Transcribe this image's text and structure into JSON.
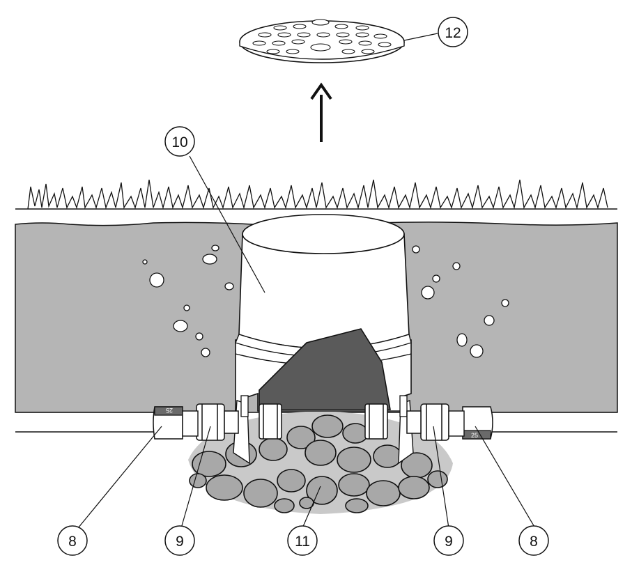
{
  "figure": {
    "callouts": {
      "grate": "12",
      "body": "10",
      "connector_left": "8",
      "fitting_left": "9",
      "gravel": "11",
      "fitting_right": "9",
      "connector_right": "8"
    },
    "connector_size_left": "25",
    "connector_size_right": "25"
  },
  "colors": {
    "soil": "#b5b5b5",
    "stone": "#a8a8a8",
    "dark_panel": "#5a5a5a",
    "outline": "#111111",
    "background": "#ffffff"
  },
  "icons": {
    "lift_direction": "arrow-up-icon"
  }
}
